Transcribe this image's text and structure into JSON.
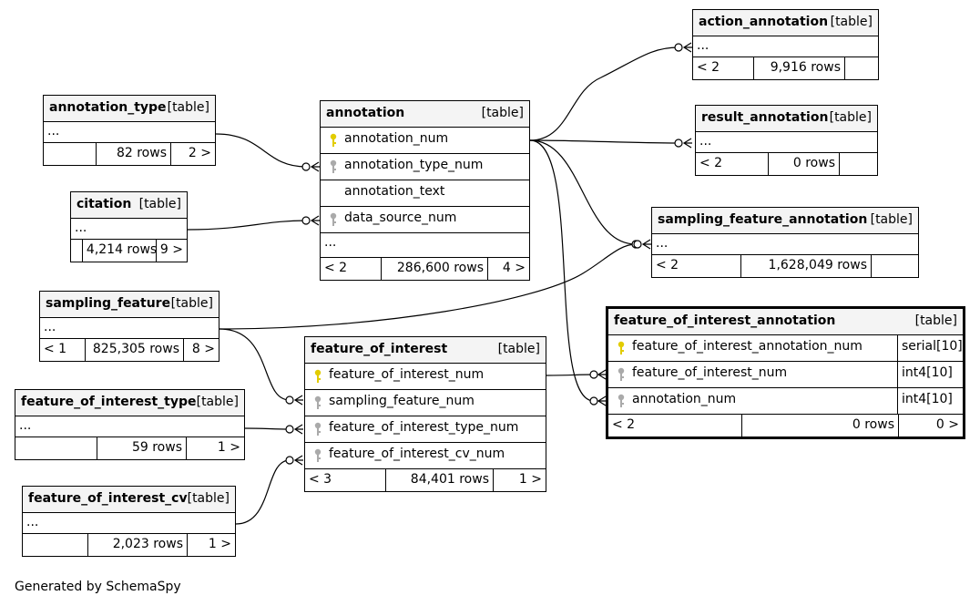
{
  "diagram": {
    "footer": "Generated by SchemaSpy",
    "colors": {
      "primary_key": "#e2cc00",
      "foreign_key": "#aaaaaa"
    }
  },
  "tables": {
    "action_annotation": {
      "name": "action_annotation",
      "kind": "[table]",
      "ellipsis": "...",
      "parents": "< 2",
      "rows": "9,916 rows",
      "children": ""
    },
    "annotation_type": {
      "name": "annotation_type",
      "kind": "[table]",
      "ellipsis": "...",
      "parents": "",
      "rows": "82 rows",
      "children": "2 >"
    },
    "annotation": {
      "name": "annotation",
      "kind": "[table]",
      "columns": [
        {
          "name": "annotation_num",
          "key": "primary"
        },
        {
          "name": "annotation_type_num",
          "key": "foreign"
        },
        {
          "name": "annotation_text",
          "key": ""
        },
        {
          "name": "data_source_num",
          "key": "foreign"
        }
      ],
      "ellipsis": "...",
      "parents": "< 2",
      "rows": "286,600 rows",
      "children": "4 >"
    },
    "result_annotation": {
      "name": "result_annotation",
      "kind": "[table]",
      "ellipsis": "...",
      "parents": "< 2",
      "rows": "0 rows",
      "children": ""
    },
    "citation": {
      "name": "citation",
      "kind": "[table]",
      "ellipsis": "...",
      "parents": "",
      "rows": "4,214 rows",
      "children": "9 >"
    },
    "sampling_feature_annotation": {
      "name": "sampling_feature_annotation",
      "kind": "[table]",
      "ellipsis": "...",
      "parents": "< 2",
      "rows": "1,628,049 rows",
      "children": ""
    },
    "sampling_feature": {
      "name": "sampling_feature",
      "kind": "[table]",
      "ellipsis": "...",
      "parents": "< 1",
      "rows": "825,305 rows",
      "children": "8 >"
    },
    "feature_of_interest_annotation": {
      "name": "feature_of_interest_annotation",
      "kind": "[table]",
      "columns": [
        {
          "name": "feature_of_interest_annotation_num",
          "key": "primary",
          "type": "serial[10]"
        },
        {
          "name": "feature_of_interest_num",
          "key": "foreign",
          "type": "int4[10]"
        },
        {
          "name": "annotation_num",
          "key": "foreign",
          "type": "int4[10]"
        }
      ],
      "parents": "< 2",
      "rows": "0 rows",
      "children": "0 >"
    },
    "feature_of_interest": {
      "name": "feature_of_interest",
      "kind": "[table]",
      "columns": [
        {
          "name": "feature_of_interest_num",
          "key": "primary"
        },
        {
          "name": "sampling_feature_num",
          "key": "foreign"
        },
        {
          "name": "feature_of_interest_type_num",
          "key": "foreign"
        },
        {
          "name": "feature_of_interest_cv_num",
          "key": "foreign"
        }
      ],
      "parents": "< 3",
      "rows": "84,401 rows",
      "children": "1 >"
    },
    "feature_of_interest_type": {
      "name": "feature_of_interest_type",
      "kind": "[table]",
      "ellipsis": "...",
      "parents": "",
      "rows": "59 rows",
      "children": "1 >"
    },
    "feature_of_interest_cv": {
      "name": "feature_of_interest_cv",
      "kind": "[table]",
      "ellipsis": "...",
      "parents": "",
      "rows": "2,023 rows",
      "children": "1 >"
    }
  }
}
